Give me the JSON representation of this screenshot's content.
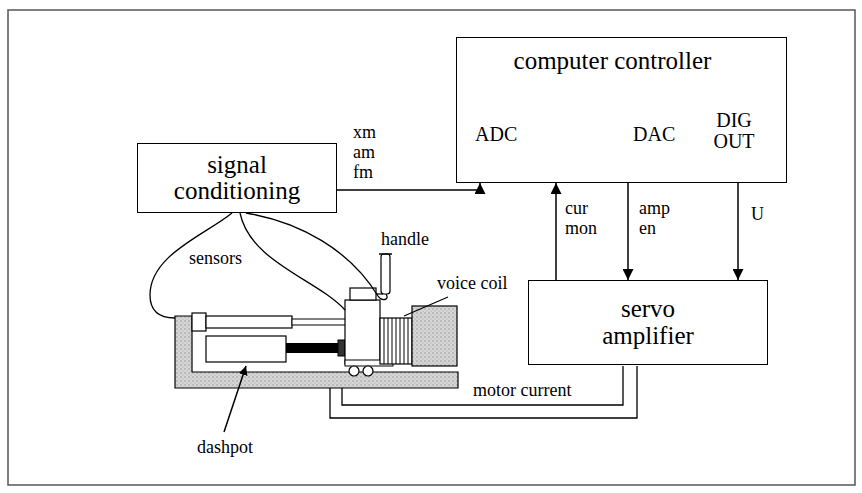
{
  "diagram": {
    "nodes": [
      {
        "text": [
          "computer controller",
          "ADC",
          "DAC",
          "DIG OUT"
        ]
      },
      {
        "text": [
          "signal conditioning"
        ]
      },
      {
        "text": [
          "servo amplifier"
        ]
      }
    ],
    "edges": [
      {
        "from": 1,
        "to": 0,
        "arrow": "to",
        "label": "xm am fm"
      },
      {
        "from": 2,
        "to": 0,
        "arrow": "to",
        "label": "cur mon"
      },
      {
        "from": 0,
        "to": 2,
        "arrow": "to",
        "label": "amp en"
      },
      {
        "from": 0,
        "to": 2,
        "arrow": "to",
        "label": "U"
      }
    ],
    "labels": [
      "sensors",
      "handle",
      "voice coil",
      "dashpot",
      "motor current"
    ]
  }
}
